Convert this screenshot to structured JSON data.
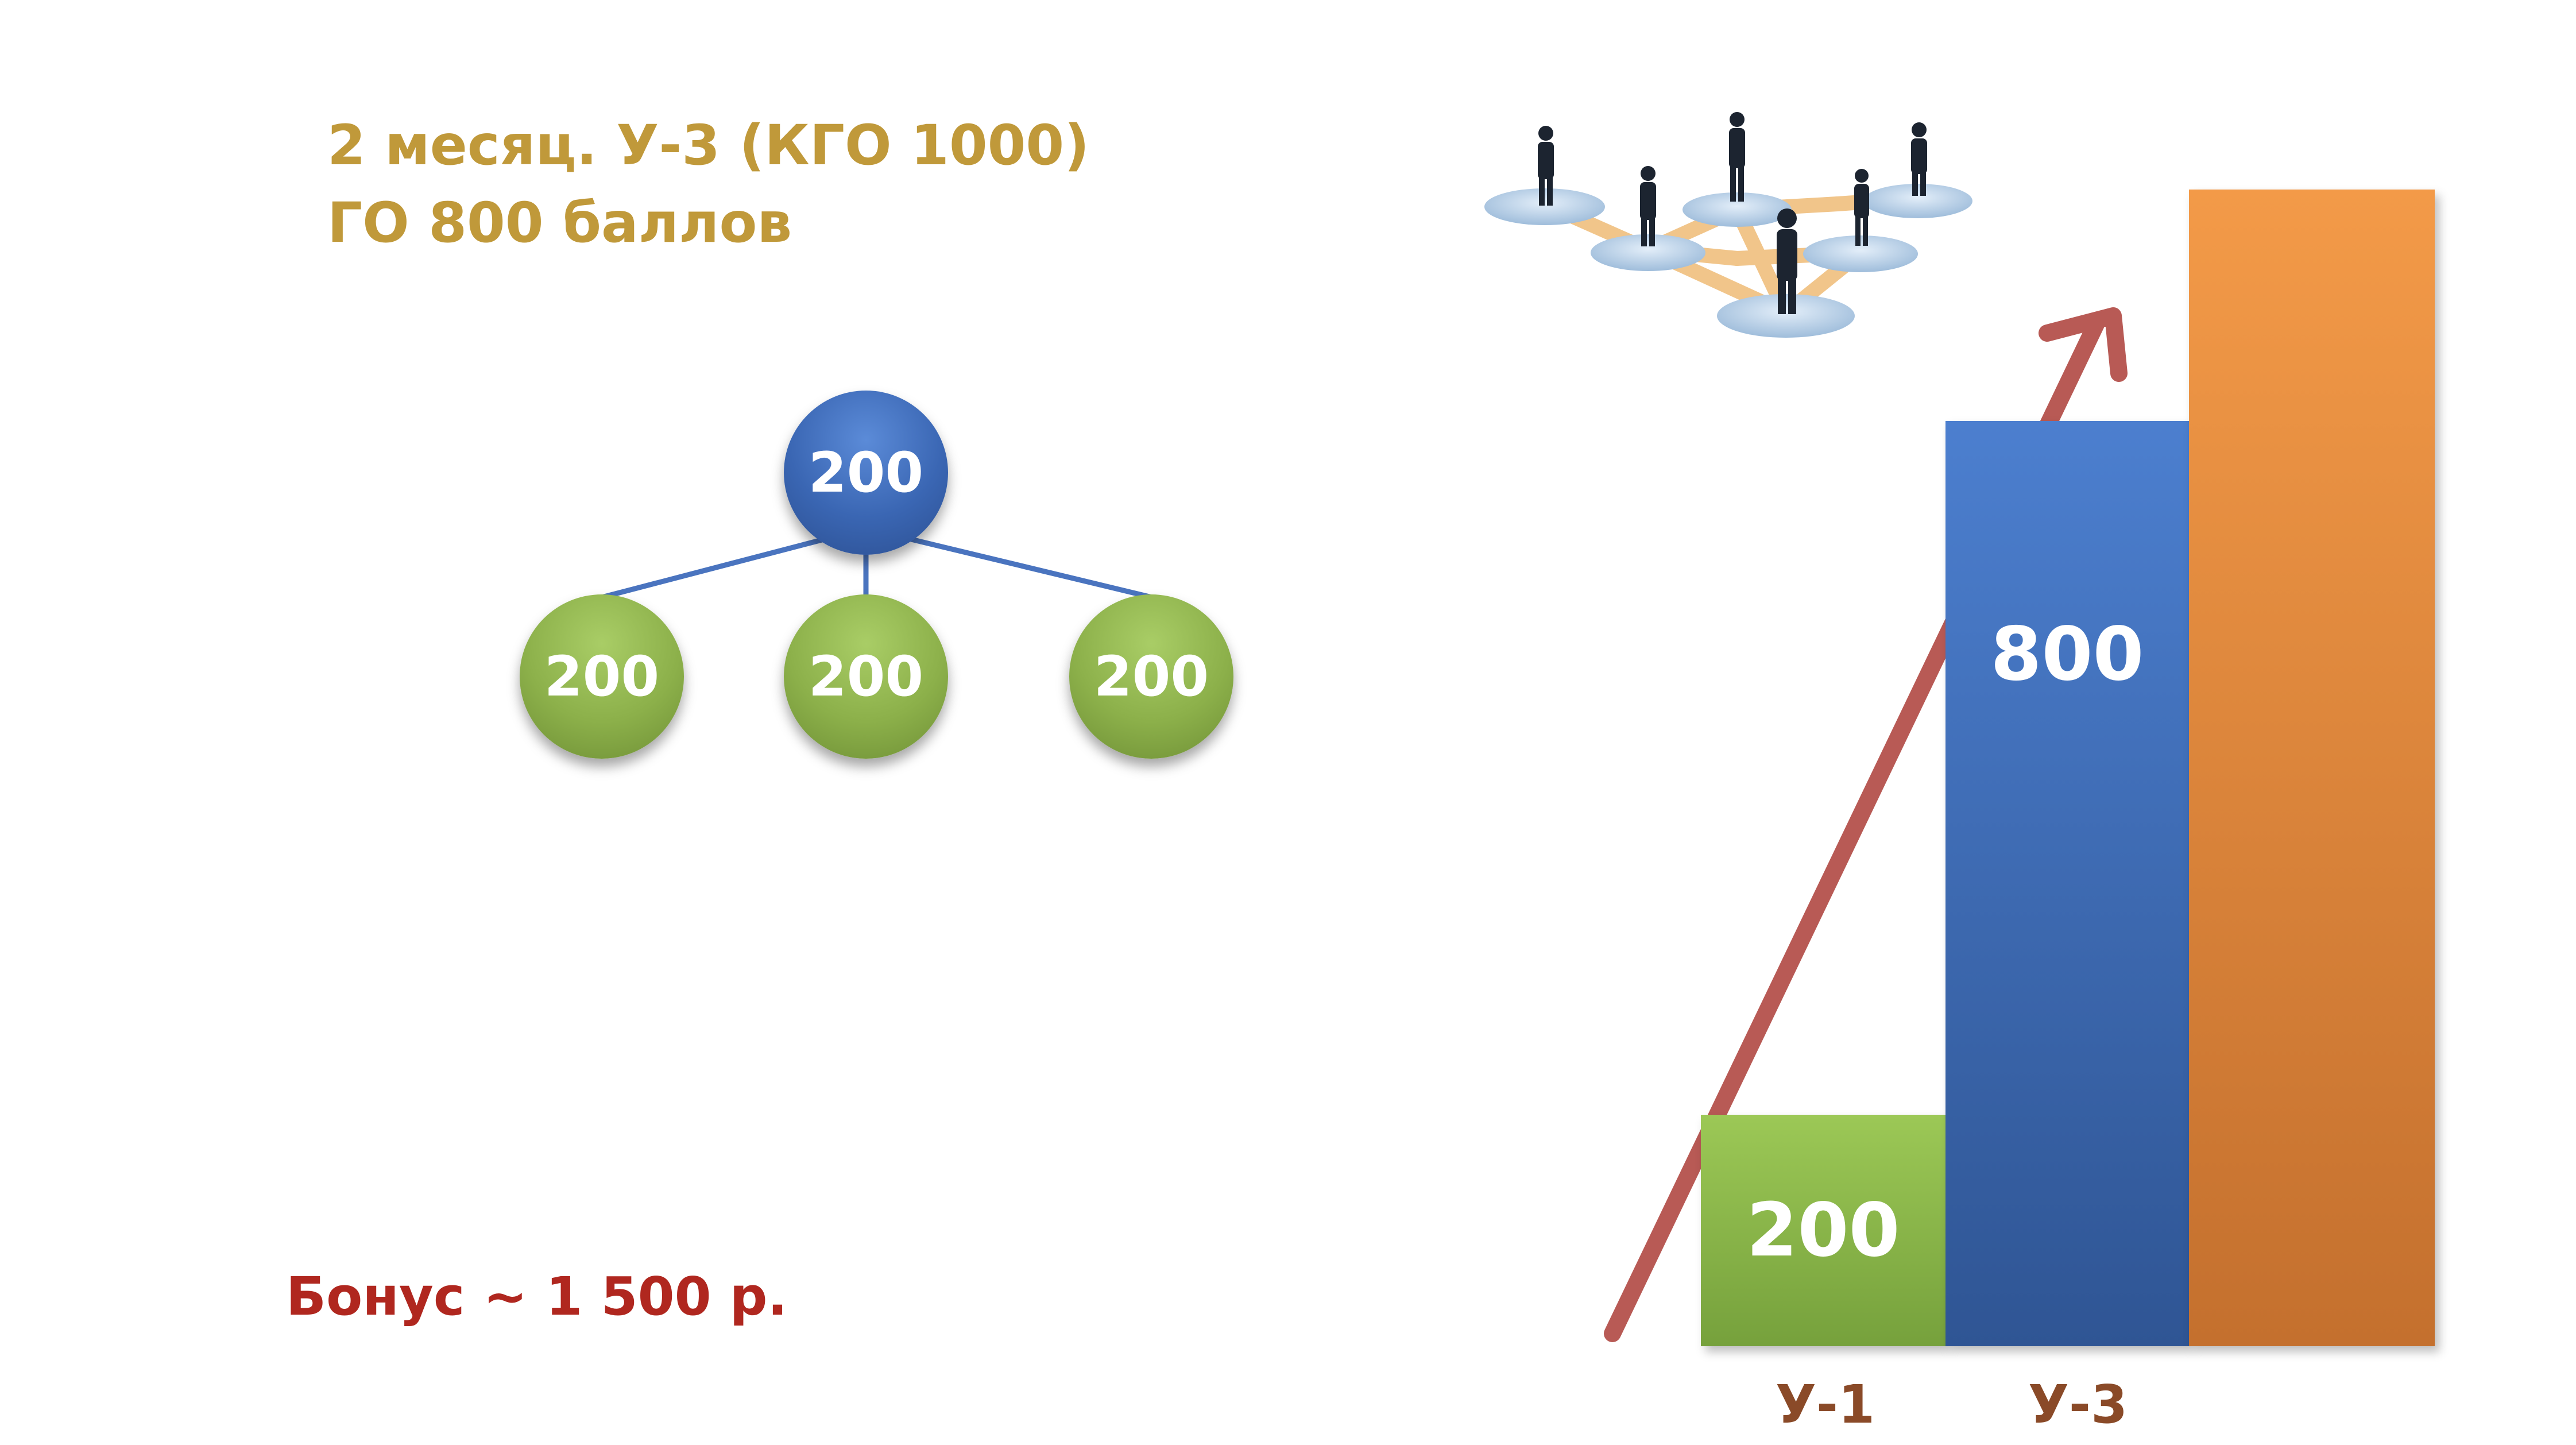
{
  "header": {
    "line1": "2 месяц. У-3 (КГО 1000)",
    "line2": "ГО 800 баллов"
  },
  "bonus_text": "Бонус ~ 1 500 р.",
  "tree": {
    "root": {
      "value": "200"
    },
    "children": [
      {
        "value": "200"
      },
      {
        "value": "200"
      },
      {
        "value": "200"
      }
    ]
  },
  "chart_data": {
    "type": "bar",
    "categories": [
      "У-1",
      "У-3",
      ""
    ],
    "values": [
      200,
      800,
      1000
    ],
    "data_labels": [
      "200",
      "800",
      ""
    ],
    "colors": [
      "#8fb84a",
      "#3f6fc0",
      "#e8863a"
    ],
    "arrow_color": "#b85a55",
    "trend_arrow": true
  },
  "illustration": {
    "icon": "business-network-icon"
  }
}
